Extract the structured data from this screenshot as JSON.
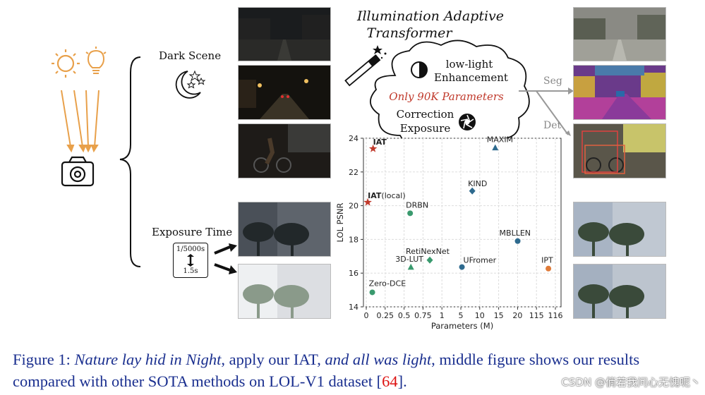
{
  "figure": {
    "title_line1": "Illumination Adaptive",
    "title_line2": "Transformer",
    "dark_scene_label": "Dark Scene",
    "exposure_time_label": "Exposure Time",
    "exposure_top": "1/5000s",
    "exposure_bottom": "1.5s",
    "cloud": {
      "enh_line1": "low-light",
      "enh_line2": "Enhancement",
      "params": "Only 90K Parameters",
      "corr_line1": "Correction",
      "corr_line2": "Exposure"
    },
    "seg_label": "Seg",
    "det_label": "Det",
    "colors": {
      "sun": "#e8a04a",
      "params_text": "#c0392b",
      "arrow_gray": "#999999",
      "caption_blue": "#1a2f8f",
      "ref_red": "#dd1111"
    },
    "icons": [
      "sun-icon",
      "bulb-icon",
      "camera-icon",
      "moon-stars-icon",
      "magic-wand-icon",
      "contrast-icon",
      "aperture-icon",
      "hourglass-arrow-icon"
    ]
  },
  "chart_data": {
    "type": "scatter",
    "xlabel": "Parameters (M)",
    "ylabel": "LOL PSNR",
    "x_tick_labels": [
      "0",
      "0.25",
      "0.5",
      "0.75",
      "1",
      "5",
      "10",
      "15",
      "20",
      "115",
      "116"
    ],
    "y_tick_labels": [
      "14",
      "16",
      "18",
      "20",
      "22",
      "24"
    ],
    "ylim": [
      14,
      24
    ],
    "grid": true,
    "points": [
      {
        "name": "IAT",
        "x": 0.09,
        "y": 23.38,
        "marker": "star",
        "color": "#c0392b",
        "bold": true
      },
      {
        "name": "IAT(local)",
        "x": 0.02,
        "y": 20.2,
        "marker": "star",
        "color": "#c0392b",
        "bold_part": "IAT"
      },
      {
        "name": "MAXIM",
        "x": 14.1,
        "y": 23.43,
        "marker": "triangle",
        "color": "#2e6a8e"
      },
      {
        "name": "KIND",
        "x": 8.02,
        "y": 20.87,
        "marker": "diamond",
        "color": "#2e6a8e"
      },
      {
        "name": "DRBN",
        "x": 0.58,
        "y": 19.55,
        "marker": "circle",
        "color": "#3a9a6e"
      },
      {
        "name": "MBLLEN",
        "x": 20.47,
        "y": 17.9,
        "marker": "circle",
        "color": "#2e6a8e"
      },
      {
        "name": "RetiNexNet",
        "x": 0.84,
        "y": 16.77,
        "marker": "diamond",
        "color": "#3a9a6e"
      },
      {
        "name": "3D-LUT",
        "x": 0.59,
        "y": 16.35,
        "marker": "triangle",
        "color": "#3a9a6e"
      },
      {
        "name": "UFromer",
        "x": 5.29,
        "y": 16.36,
        "marker": "circle",
        "color": "#2e6a8e"
      },
      {
        "name": "IPT",
        "x": 115.63,
        "y": 16.27,
        "marker": "circle",
        "color": "#e07b39"
      },
      {
        "name": "Zero-DCE",
        "x": 0.08,
        "y": 14.86,
        "marker": "circle",
        "color": "#3a9a6e"
      }
    ]
  },
  "caption": {
    "prefix": "Figure 1:",
    "italic1": "Nature lay hid in Night",
    "mid1": ", apply our IAT, ",
    "italic2": "and all was light",
    "mid2": ", middle figure shows our results compared with other SOTA methods on LOL-V1 dataset [",
    "ref": "64",
    "suffix": "]."
  },
  "watermark": "CSDN @倘若我问心无愧呢丶"
}
